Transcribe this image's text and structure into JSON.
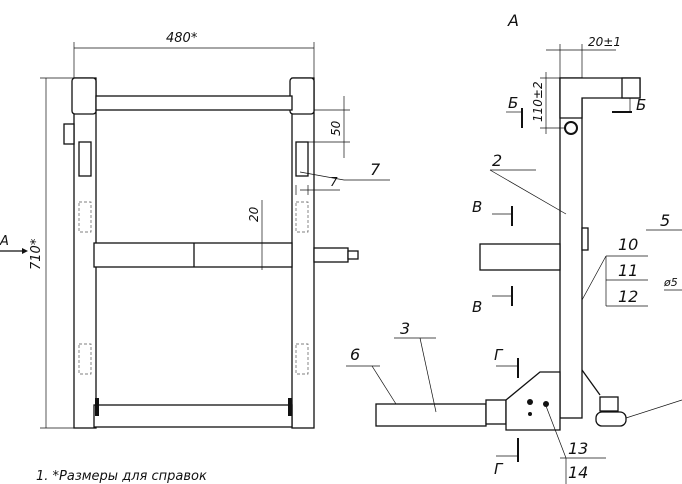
{
  "front_view": {
    "dim_width": "480*",
    "dim_height": "710*",
    "dim_50": "50",
    "dim_7": "7",
    "dim_20": "20",
    "callout_7": "7",
    "view_arrow": "А"
  },
  "side_view": {
    "view_label": "А",
    "dim_20": "20±1",
    "dim_110": "110±2",
    "section_b1": "Б",
    "section_b2": "Б",
    "section_v1": "В",
    "section_v2": "В",
    "section_g1": "Г",
    "section_g2": "Г",
    "callouts": [
      "2",
      "3",
      "5",
      "6",
      "10",
      "11",
      "12",
      "13",
      "14"
    ],
    "diameter": "ø5"
  },
  "note": "1. *Размеры для справок"
}
